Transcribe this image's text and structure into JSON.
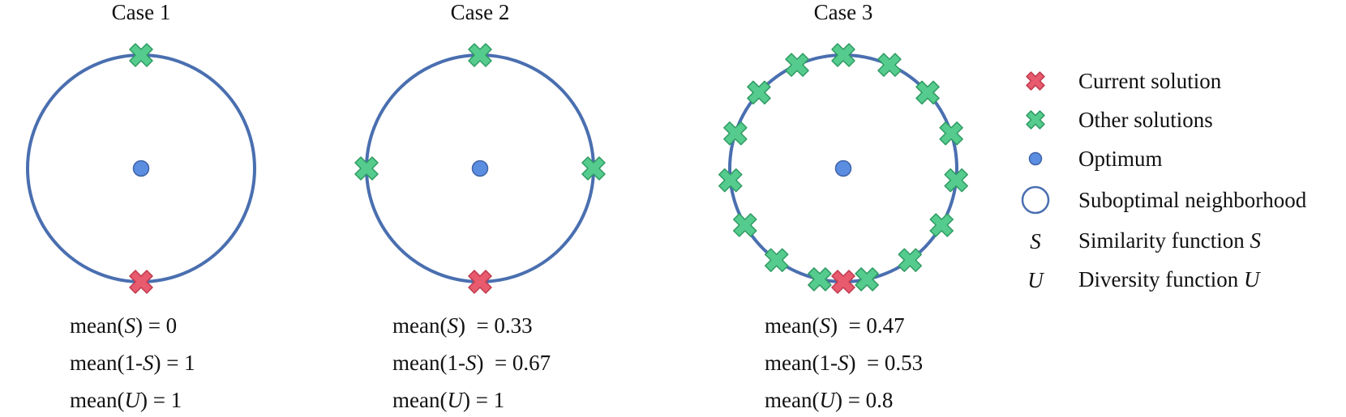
{
  "colors": {
    "circle": "#4a6fb0",
    "optimum_fill": "#5b8ee0",
    "optimum_stroke": "#3f63a8",
    "current_fill": "#e85a6e",
    "current_stroke": "#bf3a4e",
    "other_fill": "#55cc8e",
    "other_stroke": "#2f9a62"
  },
  "cases": [
    {
      "title": "Case 1",
      "other_solutions_deg": [
        90
      ],
      "current_solution_deg": 270,
      "formulas": [
        {
          "pre": "mean(",
          "var": "S",
          "post": ") = 0"
        },
        {
          "pre": "mean(1-",
          "var": "S",
          "post": ") = 1"
        },
        {
          "pre": "mean(",
          "var": "U",
          "post": ") = 1"
        }
      ]
    },
    {
      "title": "Case 2",
      "other_solutions_deg": [
        90,
        0,
        180
      ],
      "current_solution_deg": 270,
      "formulas": [
        {
          "pre": "mean(",
          "var": "S",
          "post": ")  = 0.33"
        },
        {
          "pre": "mean(1-",
          "var": "S",
          "post": ")  = 0.67"
        },
        {
          "pre": "mean(",
          "var": "U",
          "post": ") = 1"
        }
      ]
    },
    {
      "title": "Case 3",
      "other_solutions_deg": [
        90,
        66,
        42,
        18,
        -6,
        -30,
        -54,
        -78,
        -102,
        -126,
        -150,
        -174,
        162,
        138,
        114
      ],
      "current_solution_deg": 270,
      "formulas": [
        {
          "pre": "mean(",
          "var": "S",
          "post": ")  = 0.47"
        },
        {
          "pre": "mean(1-",
          "var": "S",
          "post": ")  = 0.53"
        },
        {
          "pre": "mean(",
          "var": "U",
          "post": ") = 0.8"
        }
      ]
    }
  ],
  "legend": {
    "items": [
      {
        "symbol": "red-cross",
        "label": "Current solution"
      },
      {
        "symbol": "green-cross",
        "label": "Other solutions"
      },
      {
        "symbol": "blue-dot",
        "label": "Optimum"
      },
      {
        "symbol": "ring",
        "label": "Suboptimal neighborhood"
      },
      {
        "symbol": "text",
        "symbol_text": "S",
        "label": "Similarity function ",
        "label_var": "S"
      },
      {
        "symbol": "text",
        "symbol_text": "U",
        "label": "Diversity function ",
        "label_var": "U"
      }
    ]
  }
}
